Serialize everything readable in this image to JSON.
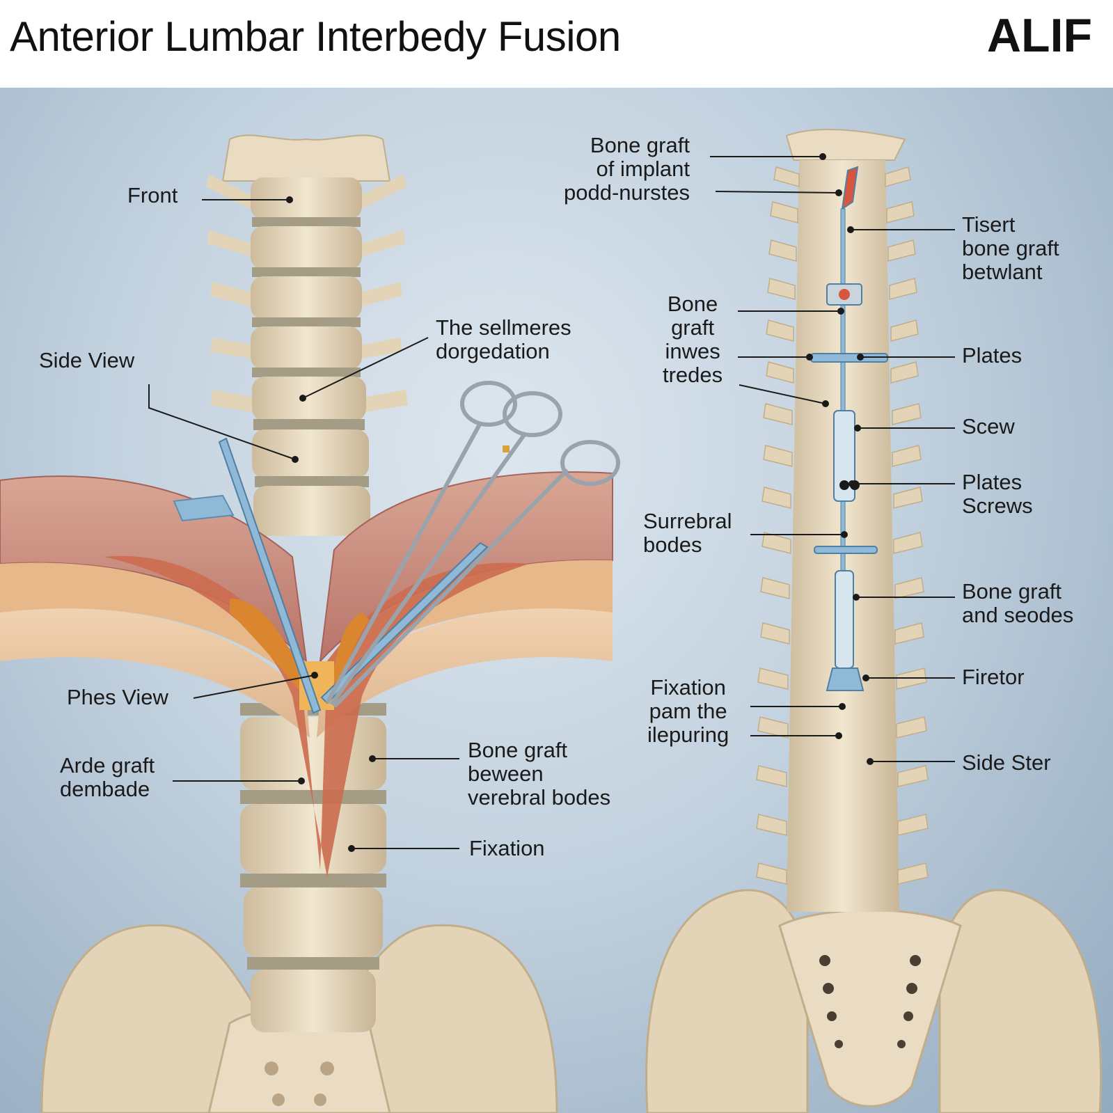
{
  "header": {
    "title": "Anterior Lumbar Interbedy Fusion",
    "code": "ALIF"
  },
  "labels": {
    "front": [
      "Front"
    ],
    "side_view": [
      "Side View"
    ],
    "sellmeres": [
      "The sellmeres",
      "dorgedation"
    ],
    "phes_view": [
      "Phes View"
    ],
    "arde_graft": [
      "Arde graft",
      "dembade"
    ],
    "bone_graft_between": [
      "Bone graft",
      "beween",
      "verebral bodes"
    ],
    "fixation_left": [
      "Fixation"
    ],
    "bone_graft_implant": [
      "Bone graft",
      "of implant",
      "podd-nurstes"
    ],
    "tisert": [
      "Tisert",
      "bone graft",
      "betwlant"
    ],
    "bone_graft_inwes": [
      "Bone",
      "graft",
      "inwes",
      "tredes"
    ],
    "plates": [
      "Plates"
    ],
    "scew": [
      "Scew"
    ],
    "plates_screws": [
      "Plates",
      "Screws"
    ],
    "surrebral": [
      "Surrebral",
      "bodes"
    ],
    "bone_graft_seodes": [
      "Bone graft",
      "and seodes"
    ],
    "firetor": [
      "Firetor"
    ],
    "fixation_right": [
      "Fixation",
      "pam the",
      "ilepuring"
    ],
    "side_ster": [
      "Side Ster"
    ]
  },
  "colors": {
    "bone": "#e9dcc3",
    "disc": "#a59c86",
    "muscle": "#c98d7d",
    "instrument": "#8fb9d6"
  }
}
